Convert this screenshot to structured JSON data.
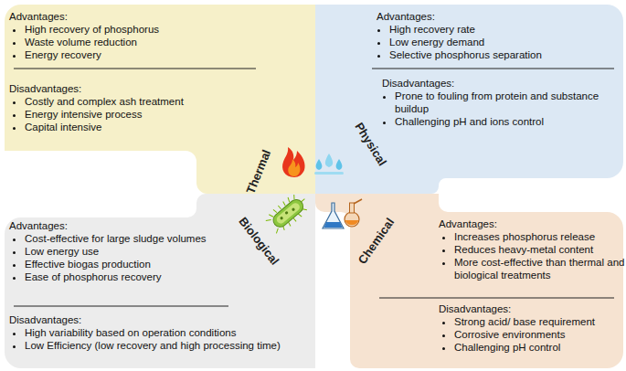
{
  "diagram": {
    "nodes": [
      {
        "text": [
          "Thermal",
          "Advantages:",
          "High recovery of phosphorus",
          "Waste volume reduction",
          "Energy recovery",
          "Disadvantages:",
          "Costly and complex ash treatment",
          "Energy intensive process",
          "Capital intensive"
        ]
      },
      {
        "text": [
          "Physical",
          "Advantages:",
          "High recovery rate",
          "Low energy demand",
          "Selective phosphorus separation",
          "Disadvantages:",
          "Prone to fouling from protein and substance buildup",
          "Challenging pH and ions control"
        ]
      },
      {
        "text": [
          "Biological",
          "Advantages:",
          "Cost-effective for large sludge volumes",
          "Low energy use",
          "Effective biogas production",
          "Ease of phosphorus recovery",
          "Disadvantages:",
          "High variability based on operation conditions",
          "Low Efficiency (low recovery and high processing time)"
        ]
      },
      {
        "text": [
          "Chemical",
          "Advantages:",
          "Increases phosphorus release",
          "Reduces heavy-metal content",
          "More cost-effective than thermal and biological treatments",
          "Disadvantages:",
          "Strong acid/ base requirement",
          "Corrosive environments",
          "Challenging pH control"
        ]
      }
    ]
  }
}
